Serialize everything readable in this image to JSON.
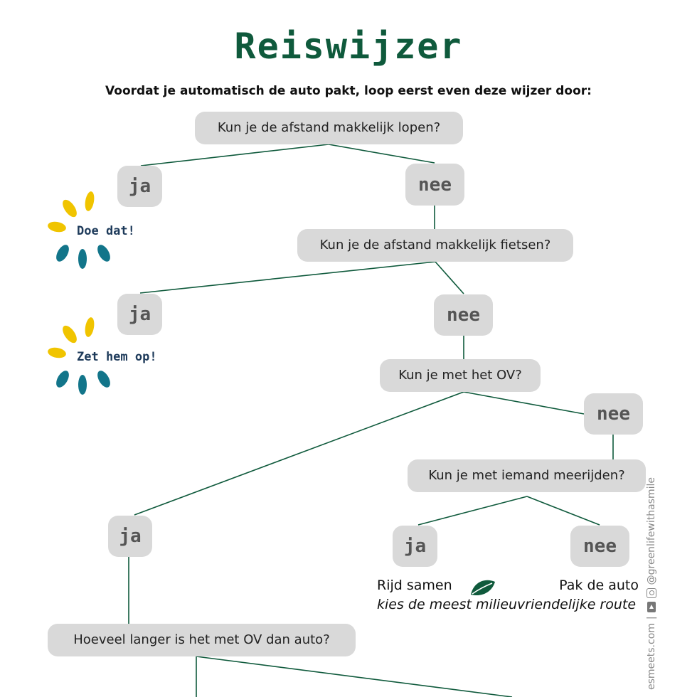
{
  "title": "Reiswijzer",
  "subtitle": "Voordat je automatisch de auto pakt, loop eerst even deze wijzer door:",
  "questions": {
    "q1": "Kun je de afstand makkelijk lopen?",
    "q2": "Kun je de afstand makkelijk fietsen?",
    "q3": "Kun je met het OV?",
    "q4": "Kun je met iemand meerijden?",
    "q5": "Hoeveel langer is het met OV dan auto?"
  },
  "answers": {
    "yes": "ja",
    "no": "nee"
  },
  "cheers": {
    "walk": "Doe dat!",
    "bike": "Zet hem op!"
  },
  "outcomes": {
    "carpool": "Rijd samen",
    "car": "Pak de auto",
    "route_tip": "kies de meest milieuvriendelijke route"
  },
  "footer": {
    "website": "esmeets.com",
    "separator": "|",
    "handle": "@greenlifewithasmile"
  },
  "colors": {
    "title": "#0f5a3c",
    "line": "#0f5a3c",
    "node": "#d9d9d9",
    "yellow": "#f0c400",
    "teal": "#12758a"
  }
}
